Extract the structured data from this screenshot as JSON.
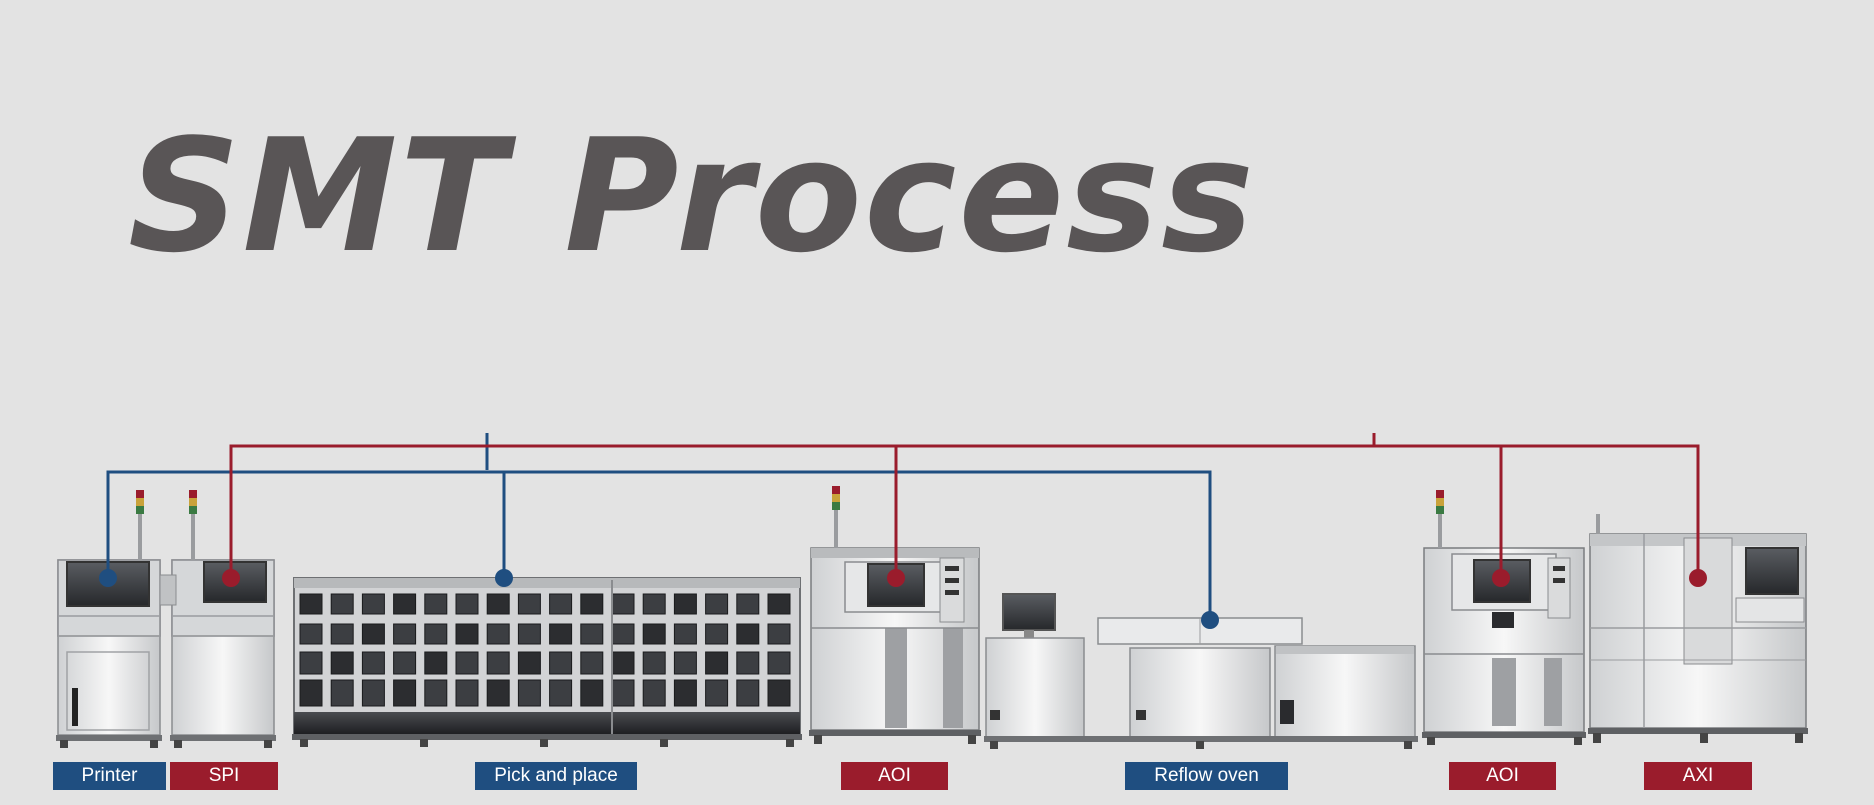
{
  "title": "SMT Process",
  "colors": {
    "background": "#e3e3e3",
    "title_text": "#595556",
    "blue_line": "#1f4e80",
    "red_line": "#9a1c2c",
    "label_text": "#ffffff"
  },
  "stages": [
    {
      "id": "printer",
      "label": "Printer",
      "color": "blue"
    },
    {
      "id": "spi",
      "label": "SPI",
      "color": "red"
    },
    {
      "id": "pick-and-place",
      "label": "Pick and place",
      "color": "blue"
    },
    {
      "id": "aoi-1",
      "label": "AOI",
      "color": "red"
    },
    {
      "id": "reflow-oven",
      "label": "Reflow oven",
      "color": "blue"
    },
    {
      "id": "aoi-2",
      "label": "AOI",
      "color": "red"
    },
    {
      "id": "axi",
      "label": "AXI",
      "color": "red"
    }
  ]
}
